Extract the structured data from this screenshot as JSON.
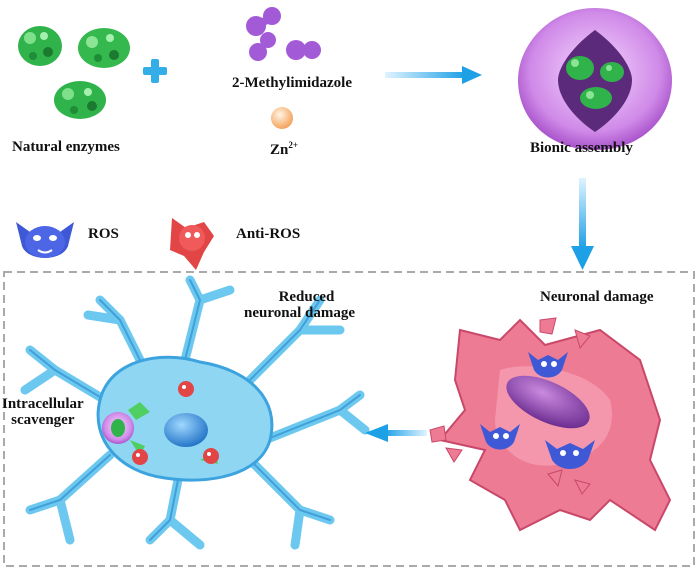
{
  "labels": {
    "natural_enzymes": "Natural enzymes",
    "methylimidazole": "2-Methylimidazole",
    "zinc_base": "Zn",
    "zinc_charge": "2+",
    "bionic_assembly": "Bionic assembly",
    "ros": "ROS",
    "anti_ros": "Anti-ROS",
    "reduced_line1": "Reduced",
    "reduced_line2": "neuronal damage",
    "neuronal_damage": "Neuronal damage",
    "intracellular_line1": "Intracellular",
    "intracellular_line2": "scavenger"
  },
  "icons": {
    "ros": "blue-bat-creature",
    "anti_ros": "red-claw-creature",
    "enzyme": "green-protein-cluster",
    "linker": "purple-dumbbell",
    "zinc": "orange-sphere",
    "vesicle": "purple-bionic-capsule"
  },
  "colors": {
    "arrow": "#29a9e8",
    "ros": "#3f58d6",
    "anti_ros": "#e24545",
    "enzyme": "#2fb34a",
    "healthy_cell": "#6cc8ef",
    "damaged_cell": "#ee7b94",
    "nucleus_healthy": "#2a86d6",
    "nucleus_damaged": "#8a3fa8",
    "vesicle": "#c77fe0",
    "zinc": "#f6b27a",
    "dashed_border": "#aaaaaa"
  }
}
